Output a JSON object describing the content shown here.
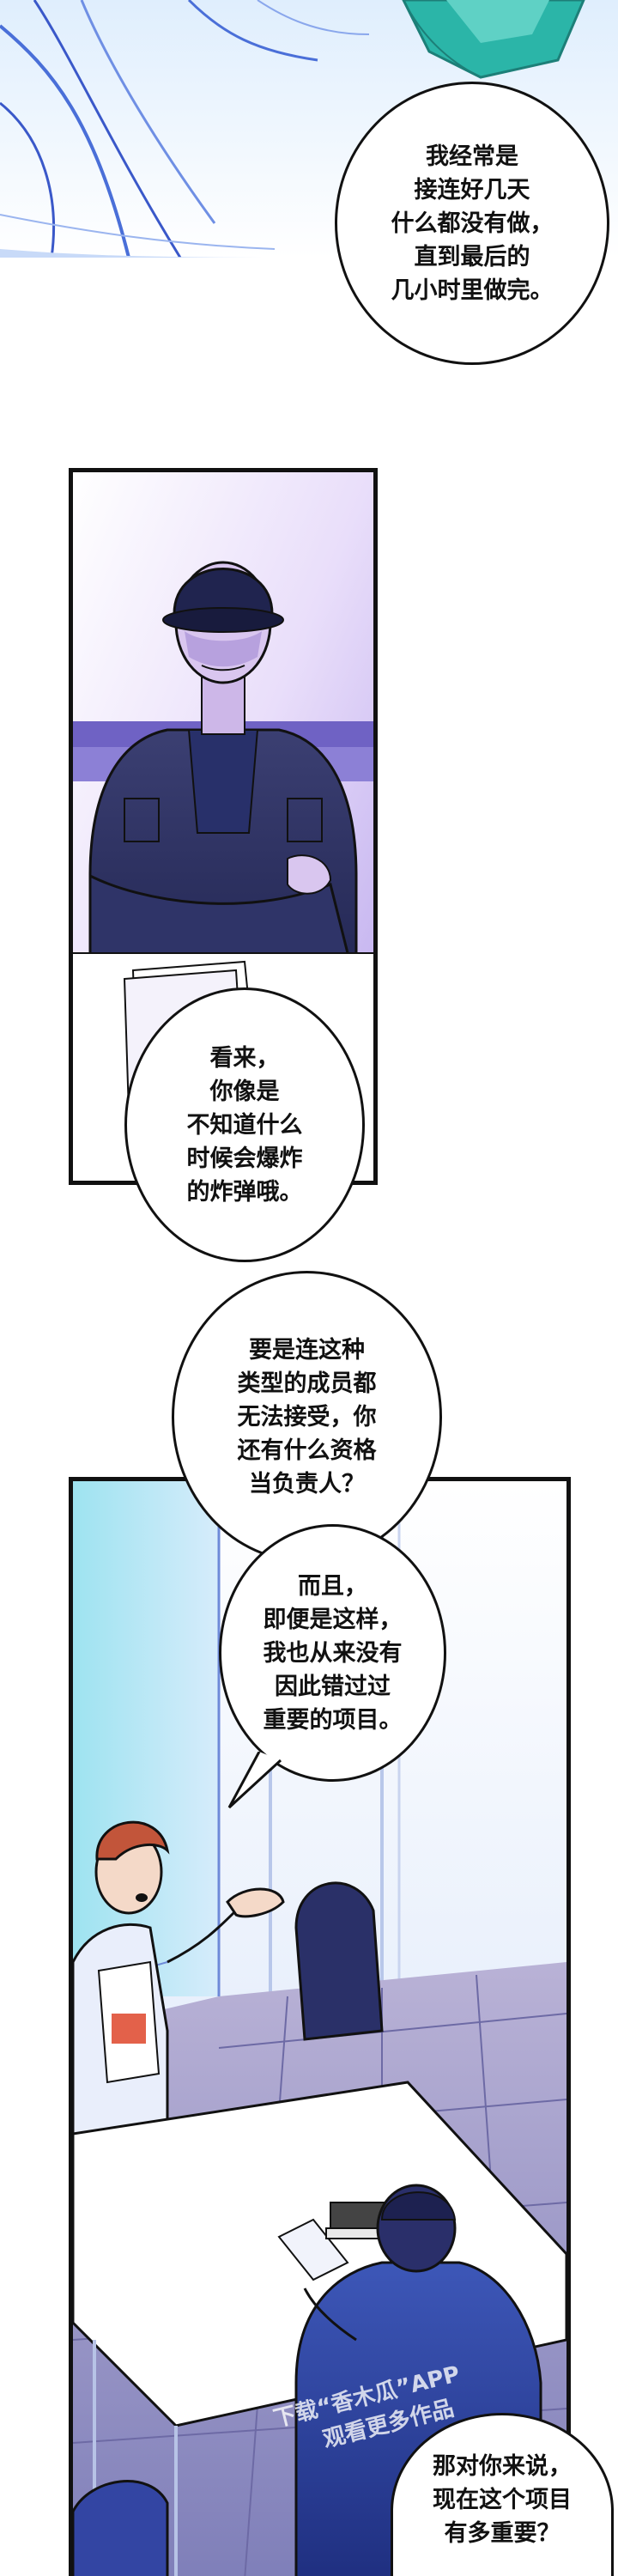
{
  "bubbles": {
    "b1": "我经常是\n接连好几天\n什么都没有做，\n直到最后的\n几小时里做完。",
    "b2": "看来，\n你像是\n不知道什么\n时候会爆炸\n的炸弹哦。",
    "b3": "要是连这种\n类型的成员都\n无法接受，你\n还有什么资格\n当负责人？",
    "b4": "而且，\n即便是这样，\n我也从来没有\n因此错过过\n重要的项目。",
    "b5": "那对你来说，\n现在这个项目\n有多重要？"
  },
  "watermark": {
    "line1": "下载“香木瓜”APP",
    "line2": "观看更多作品"
  },
  "colors": {
    "ink": "#111111",
    "blue_accent": "#3a58c9",
    "teal_accent": "#2bb5a8",
    "violet": "#5a3fae"
  }
}
